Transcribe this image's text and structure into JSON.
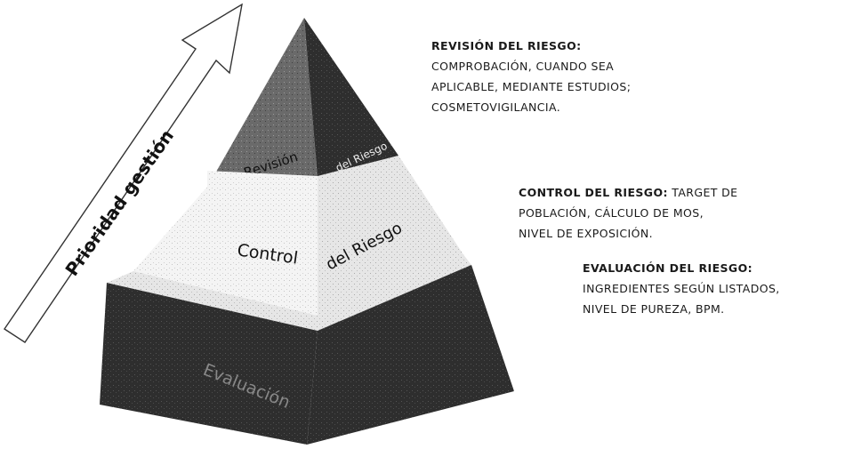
{
  "arrow": {
    "label": "Prioridad gestión"
  },
  "pyramid": {
    "levels": [
      {
        "id": "revision",
        "left_text": "Revisión",
        "right_text": "del Riesgo"
      },
      {
        "id": "control",
        "left_text": "Control",
        "right_text": "del Riesgo"
      },
      {
        "id": "evaluacion",
        "left_text": "Evaluación",
        "right_text": ""
      }
    ],
    "colors": {
      "dark": "#2b2b2b",
      "mid": "#5a5a5a",
      "light": "#d8d8d8",
      "lighter": "#efefef"
    }
  },
  "descriptions": {
    "revision": {
      "heading": "Revisión del riesgo:",
      "lines": [
        "Comprobación, cuando sea",
        "aplicable, mediante estudios;",
        "cosmetovigilancia."
      ]
    },
    "control": {
      "heading": "Control del riesgo:",
      "first_line_rest": "target de",
      "lines": [
        "población, cálculo de MoS,",
        "nivel de exposición."
      ]
    },
    "evaluacion": {
      "heading": "Evaluación del riesgo:",
      "lines": [
        "ingredientes según listados,",
        "nivel de pureza, BPM."
      ]
    }
  }
}
